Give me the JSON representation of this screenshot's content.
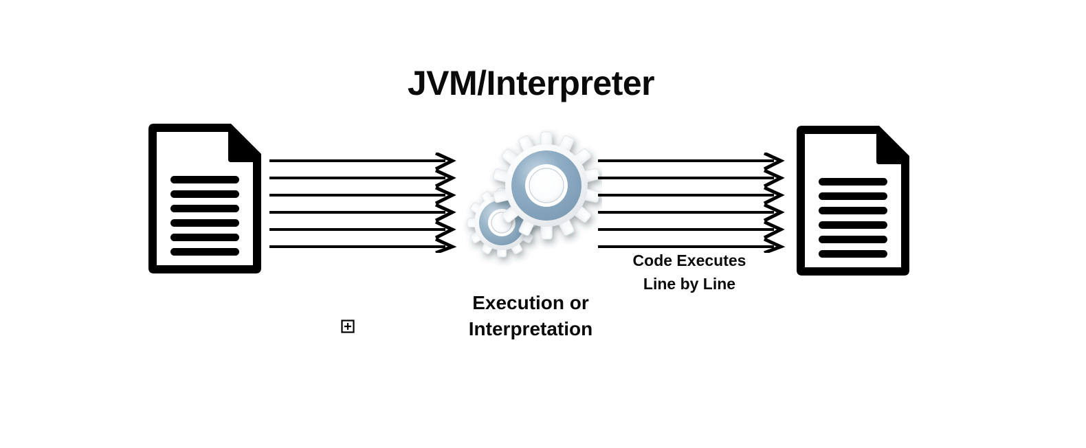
{
  "diagram": {
    "title": "JVM/Interpreter",
    "background_color": "#ffffff",
    "text_color": "#0a0a0a",
    "nodes": {
      "source_document": {
        "icon": "document-icon",
        "line_count": 6,
        "color": "#000000"
      },
      "processor": {
        "icon": "gears-icon",
        "gear_count": 2,
        "teeth_large": 14,
        "teeth_small": 12,
        "tooth_color": "#f2f4f6",
        "ring_color": "#7d9cb5",
        "ring_color_light": "#b6cad8",
        "label_line1": "Execution or",
        "label_line2": "Interpretation"
      },
      "output_document": {
        "icon": "document-icon",
        "line_count": 6,
        "color": "#000000"
      }
    },
    "flows": {
      "input_arrows": {
        "icon": "arrow-right-icon",
        "count": 6,
        "color": "#000000",
        "label": ""
      },
      "output_arrows": {
        "icon": "arrow-right-icon",
        "count": 6,
        "color": "#000000",
        "label_line1": "Code Executes",
        "label_line2": "Line by Line"
      }
    },
    "marker": {
      "icon": "plus-square-icon",
      "color": "#000000"
    }
  }
}
